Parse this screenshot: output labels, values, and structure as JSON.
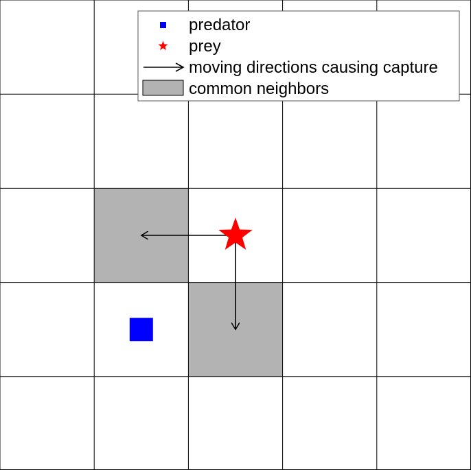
{
  "diagram": {
    "grid": {
      "columns": 5,
      "rows": 5,
      "line_color": "#000000",
      "background": "#ffffff"
    },
    "cells": {
      "common_neighbors": [
        {
          "col": 1,
          "row": 2
        },
        {
          "col": 2,
          "row": 3
        }
      ],
      "fill_color": "#b3b3b3"
    },
    "predator": {
      "col": 1,
      "row": 3,
      "color": "#0000ff",
      "icon": "square-marker-icon"
    },
    "prey": {
      "col": 2,
      "row": 2,
      "color": "#ff0000",
      "icon": "star-marker-icon"
    },
    "capture_directions": [
      {
        "from": "prey",
        "direction": "left"
      },
      {
        "from": "prey",
        "direction": "down"
      }
    ],
    "arrow_color": "#000000"
  },
  "legend": {
    "items": [
      {
        "label": "predator",
        "icon": "square-marker-icon",
        "color": "#0000ff"
      },
      {
        "label": "prey",
        "icon": "star-marker-icon",
        "color": "#ff0000"
      },
      {
        "label": "moving directions causing capture",
        "icon": "arrow-icon",
        "color": "#000000"
      },
      {
        "label": "common neighbors",
        "icon": "gray-patch-icon",
        "color": "#b3b3b3"
      }
    ]
  }
}
